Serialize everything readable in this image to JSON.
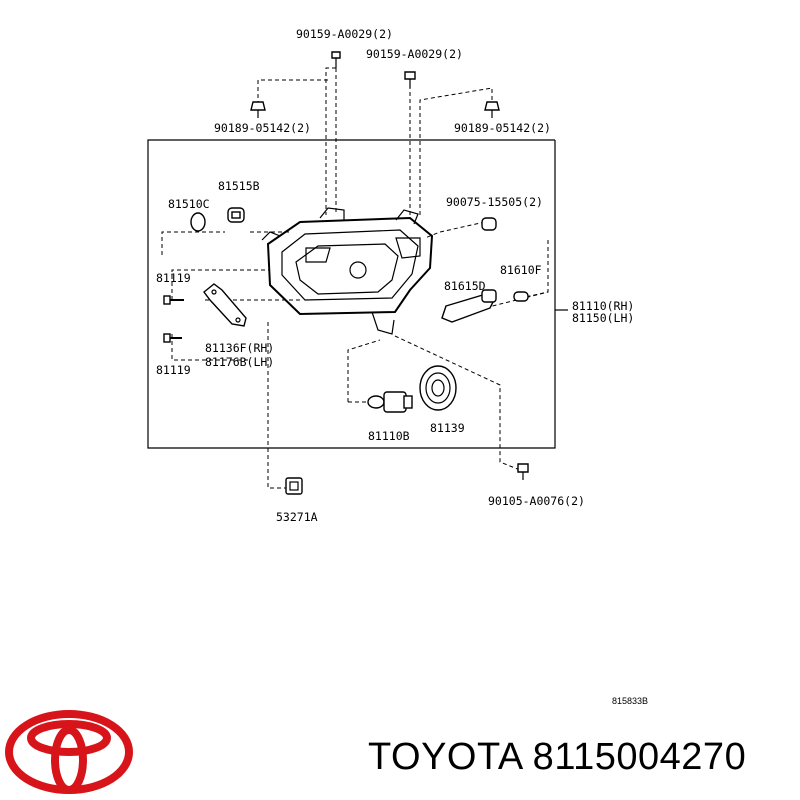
{
  "brand_color": "#d8141b",
  "logo_name": "toyota-logo",
  "brand_text": "TOYOTA 8115004270",
  "reference_code": "815833B",
  "labels": {
    "screw_top_left": "90159-A0029(2)",
    "screw_top_right": "90159-A0029(2)",
    "clip_left": "90189-05142(2)",
    "clip_right": "90189-05142(2)",
    "bulb_side": "81515B",
    "socket_side": "81510C",
    "grommet": "90075-15505(2)",
    "screw_upper": "81119",
    "bulb_marker": "81610F",
    "socket_marker": "81615D",
    "assembly": "81110(RH)\n81150(LH)",
    "bracket": "81136F(RH)\n81176B(LH)",
    "screw_lower": "81119",
    "bulb_head": "81110B",
    "cap": "81139",
    "screw_bottom": "90105-A0076(2)",
    "connector": "53271A"
  }
}
